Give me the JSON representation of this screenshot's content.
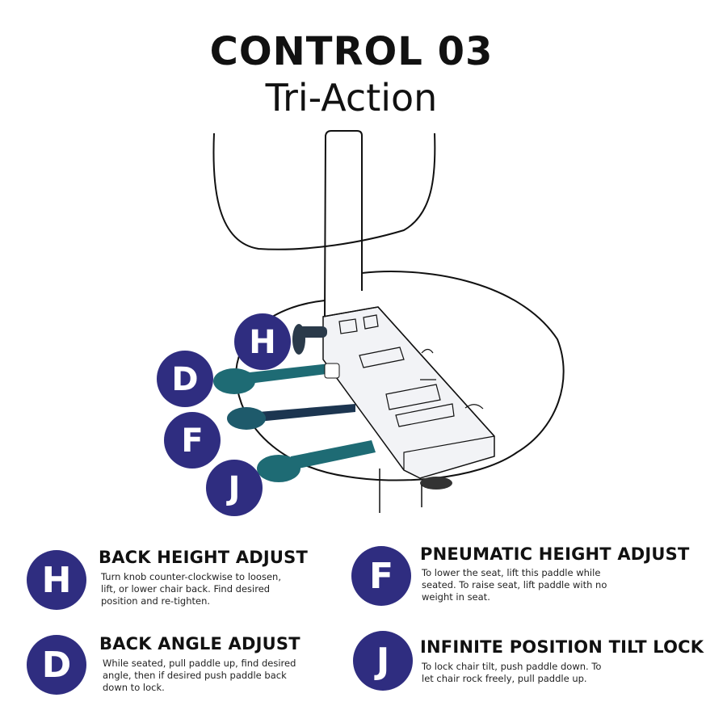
{
  "header": {
    "title": "CONTROL 03",
    "subtitle": "Tri-Action"
  },
  "colors": {
    "badge": "#2f2d80",
    "paddle": "#1e6b74",
    "knob": "#2a3a4a",
    "line": "#111111"
  },
  "diagram": {
    "badges": [
      "H",
      "D",
      "F",
      "J"
    ]
  },
  "legend": [
    {
      "letter": "H",
      "heading": "BACK HEIGHT ADJUST",
      "description": "Turn knob counter-clockwise to loosen, lift, or lower chair back. Find desired position and re-tighten."
    },
    {
      "letter": "F",
      "heading": "PNEUMATIC HEIGHT ADJUST",
      "description": "To lower the seat, lift this paddle while seated. To raise seat, lift paddle with no weight in seat."
    },
    {
      "letter": "D",
      "heading": "BACK ANGLE ADJUST",
      "description": "While seated, pull paddle up, find desired angle, then if desired push paddle back down to lock."
    },
    {
      "letter": "J",
      "heading": "INFINITE POSITION TILT LOCK",
      "description": "To lock chair tilt, push paddle down. To let chair rock freely, pull paddle up."
    }
  ]
}
